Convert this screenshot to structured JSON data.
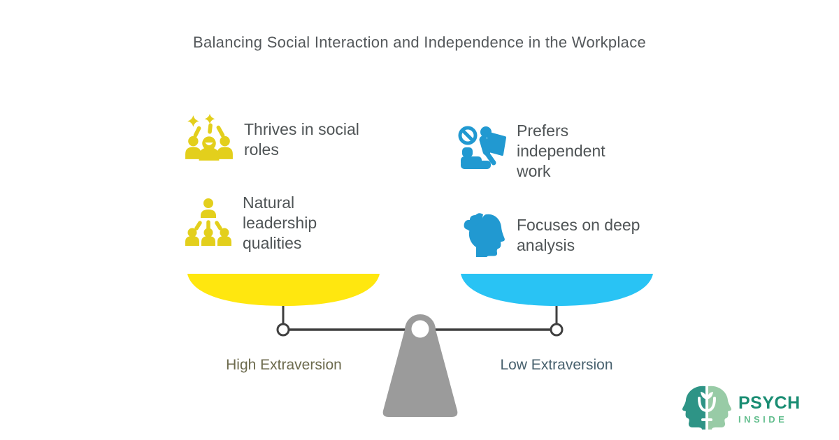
{
  "title": "Balancing Social Interaction and Independence in the Workplace",
  "left_side": {
    "label": "High Extraversion",
    "items": [
      {
        "icon": "celebrating-team-icon",
        "text": "Thrives in social roles"
      },
      {
        "icon": "leadership-hierarchy-icon",
        "text": "Natural leadership qualities"
      }
    ]
  },
  "right_side": {
    "label": "Low Extraversion",
    "items": [
      {
        "icon": "do-not-disturb-reading-icon",
        "text": "Prefers independent work"
      },
      {
        "icon": "analytical-mind-icon",
        "text": "Focuses on deep analysis"
      }
    ]
  },
  "scale": {
    "left_pan_color": "#FFE70F",
    "right_pan_color": "#29C3F4",
    "beam_color": "#3F3F3F",
    "fulcrum_color": "#9B9B9B"
  },
  "colors": {
    "accent_yellow": "#E3CF1C",
    "accent_blue": "#2199D1",
    "title_text": "#54585B",
    "body_text": "#4F5456",
    "high_label_text": "#6C6A4D",
    "low_label_text": "#48616E",
    "logo_teal_dark": "#2E9486",
    "logo_green_light": "#98CBA6",
    "brand_text": "#1A8D73",
    "tagline_text": "#63BE8E"
  },
  "logo": {
    "brand": "PSYCH",
    "tagline": "INSIDE"
  }
}
